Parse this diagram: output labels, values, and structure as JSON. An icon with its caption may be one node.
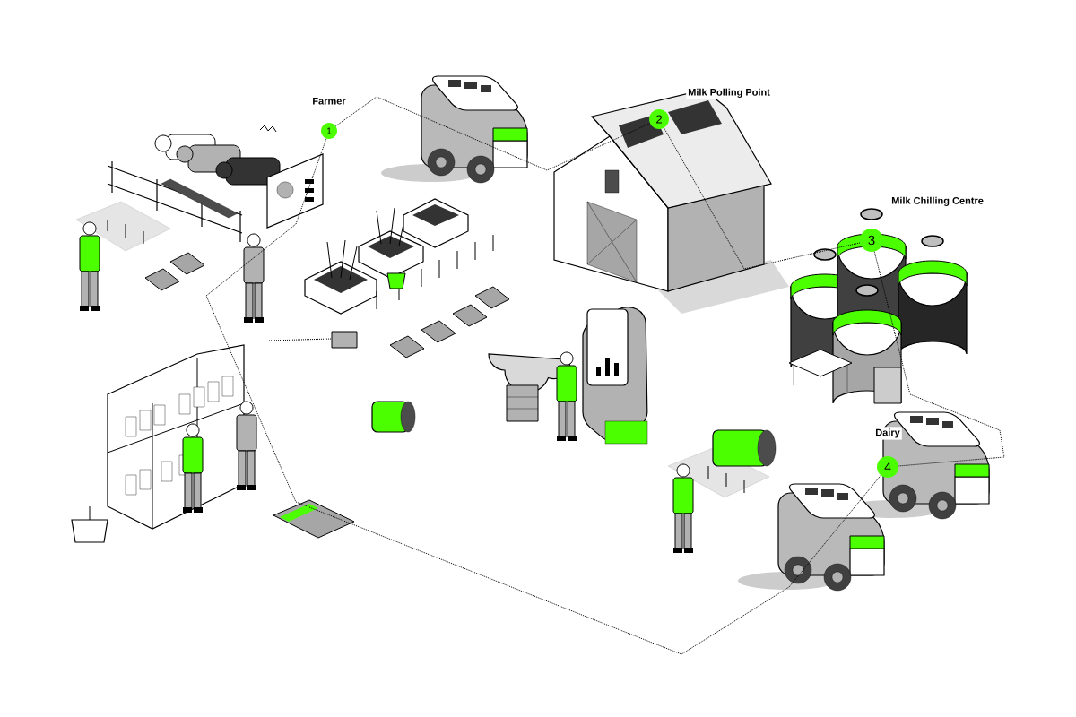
{
  "diagram": {
    "nodes": [
      {
        "text": [
          "1"
        ],
        "beside": [
          "Farmer"
        ]
      },
      {
        "text": [
          "2"
        ],
        "beside": [
          "Milk Polling Point"
        ]
      },
      {
        "text": [
          "3"
        ],
        "beside": [
          "Milk Chilling Centre"
        ]
      },
      {
        "text": [
          "4"
        ],
        "beside": [
          "Dairy"
        ]
      }
    ],
    "edges": [
      {
        "from": 0,
        "to": 1,
        "arrow": "none",
        "style": "dashed"
      },
      {
        "from": 1,
        "to": 2,
        "arrow": "none",
        "style": "dashed"
      },
      {
        "from": 2,
        "to": 3,
        "arrow": "none",
        "style": "dashed"
      },
      {
        "from": 3,
        "to": 0,
        "arrow": "none",
        "style": "dashed"
      }
    ]
  }
}
